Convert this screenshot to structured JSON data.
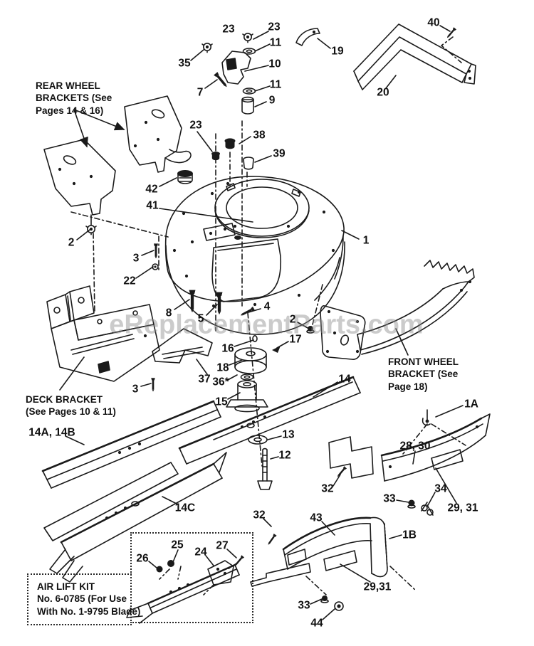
{
  "watermark": "eReplacementParts.com",
  "notes": {
    "rear_wheel": "REAR WHEEL\nBRACKETS (See\nPages 14 & 16)",
    "deck_bracket": "DECK BRACKET\n(See Pages 10 & 11)",
    "front_wheel": "FRONT WHEEL\nBRACKET (See\nPage 18)",
    "air_lift": "AIR LIFT KIT\nNo. 6-0785 (For Use\nWith No. 1-9795 Blade)"
  },
  "callouts": {
    "k23a": "23",
    "k23b": "23",
    "k11a": "11",
    "k10": "10",
    "k11b": "11",
    "k9": "9",
    "k35": "35",
    "k7": "7",
    "k19": "19",
    "k40": "40",
    "k20": "20",
    "k23c": "23",
    "k38": "38",
    "k39": "39",
    "k42": "42",
    "k41": "41",
    "k1": "1",
    "k2a": "2",
    "k3a": "3",
    "k22": "22",
    "k8": "8",
    "k5": "5",
    "k4": "4",
    "k2b": "2",
    "k16": "16",
    "k17": "17",
    "k18": "18",
    "k36": "36*",
    "k37": "37",
    "k15": "15",
    "k3b": "3",
    "k14": "14",
    "k14ab": "14A, 14B",
    "k13": "13",
    "k12": "12",
    "k14c": "14C",
    "k1a": "1A",
    "k2830": "28, 30",
    "k32a": "32",
    "k33a": "33",
    "k34": "34",
    "k2931a": "29, 31",
    "k1b": "1B",
    "k32b": "32",
    "k43": "43",
    "k2931b": "29,31",
    "k33b": "33",
    "k44": "44",
    "k25": "25",
    "k26": "26",
    "k24": "24",
    "k27": "27"
  }
}
